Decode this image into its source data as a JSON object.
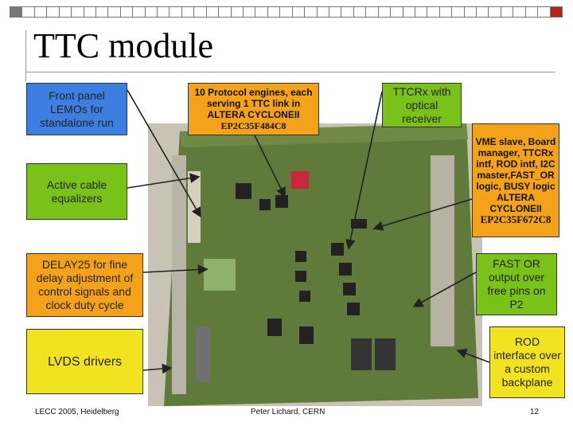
{
  "slide": {
    "title": "TTC module",
    "callouts": {
      "front_panel": "Front panel LEMOs for standalone run",
      "protocol_engines": "10 Protocol engines, each serving 1 TTC link in ALTERA CYCLONEII",
      "protocol_engines_chip": "EP2C35F484C8",
      "ttcrx": "TTCRx with optical receiver",
      "vme_slave": "VME slave, Board manager, TTCRx intf, ROD intf, I2C master,FAST_OR logic, BUSY logic ALTERA CYCLONEII",
      "vme_chip": "EP2C35F672C8",
      "active_cable": "Active cable equalizers",
      "delay25": "DELAY25 for fine delay adjustment of control signals and clock duty cycle",
      "fast_or": "FAST OR output over free pins on P2",
      "lvds": "LVDS drivers",
      "rod": "ROD interface over a custom backplane"
    },
    "footer": {
      "left": "LECC 2005, Heidelberg",
      "center": "Peter Lichard, CERN",
      "page": "12"
    },
    "colors": {
      "blue": "#3d7fe0",
      "green": "#7ac11a",
      "orange": "#f4a21a",
      "yellow": "#f2e321",
      "board": "#5f7a3a"
    }
  }
}
